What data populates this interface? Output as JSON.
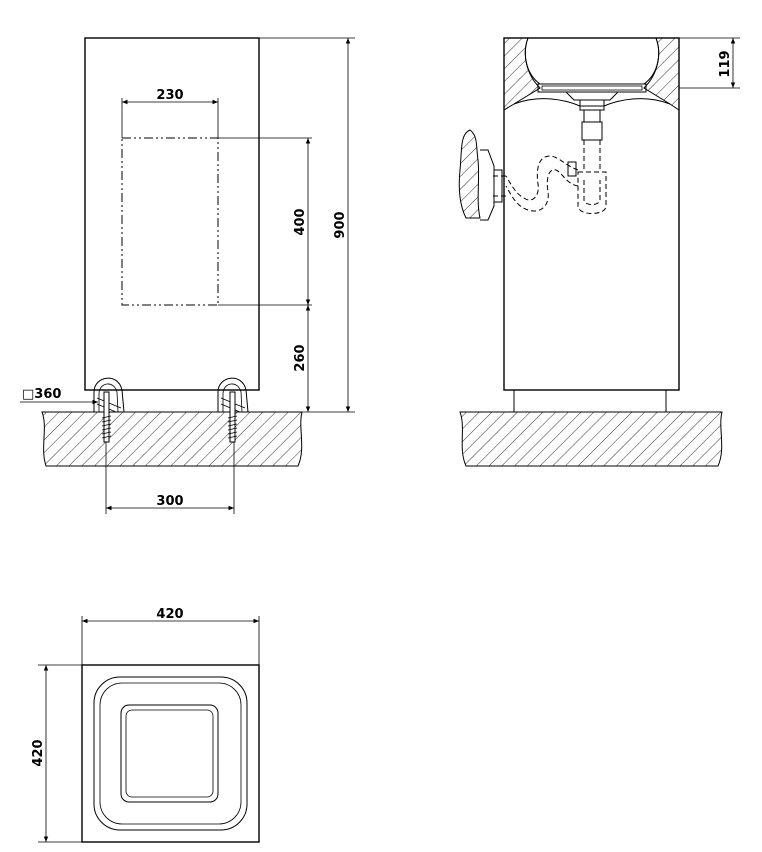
{
  "dimensions": {
    "niche_width": "230",
    "niche_height": "400",
    "total_height": "900",
    "niche_bottom_height": "260",
    "anchor_size": "□360",
    "anchor_spacing": "300",
    "basin_depth": "119",
    "plan_width": "420",
    "plan_depth": "420"
  }
}
